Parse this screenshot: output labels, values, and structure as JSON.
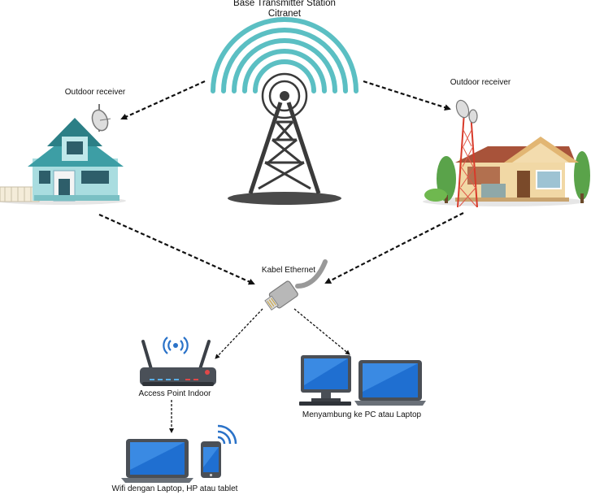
{
  "title": {
    "line1": "Base Transmitter Station",
    "line2": "Citranet"
  },
  "labels": {
    "outdoor_left": "Outdoor receiver",
    "outdoor_right": "Outdoor receiver",
    "ethernet": "Kabel Ethernet",
    "access_point": "Access Point Indoor",
    "pc_laptop": "Menyambung ke PC atau Laptop",
    "wifi_devices": "Wifi dengan Laptop, HP atau tablet"
  },
  "colors": {
    "signal": "#5bbfc3",
    "tower": "#3a3a3a",
    "screen": "#1f6fd1",
    "arrow": "#111111",
    "router": "#4a5058",
    "wifi": "#2a72c8"
  },
  "icons": [
    "signal-arcs-icon",
    "tower-icon",
    "satellite-dish-icon",
    "house-icon",
    "ethernet-plug-icon",
    "router-icon",
    "monitor-icon",
    "laptop-icon",
    "phone-icon",
    "wifi-icon"
  ]
}
